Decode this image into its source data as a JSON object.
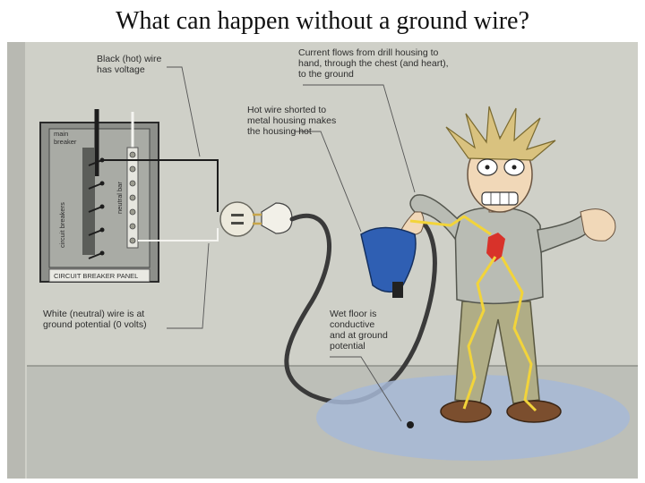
{
  "title": "What can happen without a ground wire?",
  "labels": {
    "black_wire": [
      "Black (hot) wire",
      "has voltage"
    ],
    "current_flow": [
      "Current flows from drill housing to",
      "hand, through the chest (and heart),",
      "to the ground"
    ],
    "hot_shorted": [
      "Hot wire shorted to",
      "metal housing makes",
      "the housing hot"
    ],
    "white_wire": [
      "White (neutral) wire is at",
      "ground potential (0 volts)"
    ],
    "wet_floor": [
      "Wet floor is",
      "conductive",
      "and at ground",
      "potential"
    ],
    "main_breaker": [
      "main",
      "breaker"
    ],
    "circuit_breakers": "circuit breakers",
    "neutral_bar": "neutral bar",
    "panel_title": "CIRCUIT BREAKER PANEL"
  },
  "colors": {
    "background": "#cfd0c8",
    "floor": "#bdbfb8",
    "puddle": "#a7b9d6",
    "drill": "#2f5fb3",
    "cord": "#3a3a3a",
    "shock": "#f2d43a",
    "heart": "#d8322a",
    "shirt": "#b9bcb4",
    "pants": "#b0ad86",
    "skin": "#f1d8b8",
    "hair": "#d9c27f"
  }
}
